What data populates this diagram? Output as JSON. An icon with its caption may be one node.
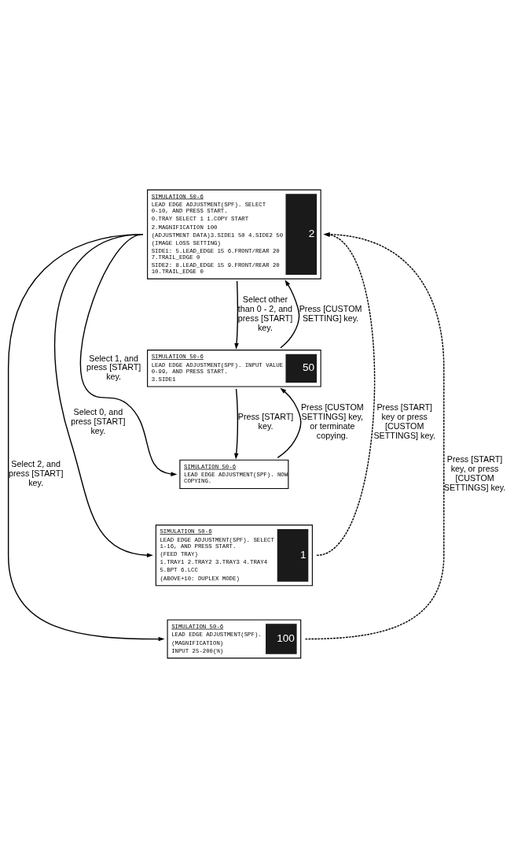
{
  "diagram": {
    "nodes": [
      {
        "text": [
          "SIMULATION 50-6",
          "LEAD EDGE ADJUSTMENT(SPF). SELECT 0-10, AND PRESS START.",
          "0.TRAY SELECT 1 1.COPY START",
          "2.MAGNIFICATION 100",
          "(ADJUSTMENT DATA)3.SIDE1 50 4.SIDE2 50",
          "(IMAGE LOSS SETTING)",
          "SIDE1: 5.LEAD_EDGE 15 6.FRONT/REAR 20 7.TRAIL_EDGE 0",
          "SIDE2: 8.LEAD_EDGE 15 9.FRONT/REAR 20 10.TRAIL_EDGE 0",
          "2"
        ]
      },
      {
        "text": [
          "SIMULATION 50-6",
          "LEAD EDGE ADJUSTMENT(SPF). INPUT VALUE 0-99, AND PRESS START.",
          "3.SIDE1",
          "50"
        ]
      },
      {
        "text": [
          "SIMULATION 50-6",
          "LEAD EDGE ADJUSTMENT(SPF). NOW COPYING."
        ]
      },
      {
        "text": [
          "SIMULATION 50-6",
          "LEAD EDGE ADJUSTMENT(SPF). SELECT 1-16, AND PRESS START.",
          "(FEED TRAY)",
          "1.TRAY1 2.TRAY2 3.TRAY3 4.TRAY4",
          "5.BPT 6.LCC",
          "(ABOVE+10: DUPLEX MODE)",
          "1"
        ]
      },
      {
        "text": [
          "SIMULATION 50-6",
          "LEAD EDGE ADJUSTMENT(SPF).",
          "(MAGNIFICATION)",
          "INPUT 25-200(%)",
          "100"
        ]
      }
    ],
    "edges": [
      {
        "from": 0,
        "to": 1,
        "arrow": "to",
        "label": "Select other than 0 - 2, and press [START] key."
      },
      {
        "from": 1,
        "to": 0,
        "arrow": "to",
        "label": "Press [CUSTOM SETTING] key."
      },
      {
        "from": 1,
        "to": 2,
        "arrow": "to",
        "label": "Press [START] key."
      },
      {
        "from": 2,
        "to": 1,
        "arrow": "to",
        "label": "Press [CUSTOM SETTINGS] key, or terminate copying."
      },
      {
        "from": 0,
        "to": 2,
        "arrow": "to",
        "label": "Select 1, and press [START] key."
      },
      {
        "from": 0,
        "to": 3,
        "arrow": "to",
        "label": "Select 0, and press [START] key."
      },
      {
        "from": 0,
        "to": 4,
        "arrow": "to",
        "label": "Select 2, and press [START] key."
      },
      {
        "from": 3,
        "to": 0,
        "arrow": "to",
        "label": "Press [START] key or press [CUSTOM SETTINGS] key.",
        "style": "dashed"
      },
      {
        "from": 4,
        "to": 0,
        "arrow": "to",
        "label": "Press [START] key, or press [CUSTOM SETTINGS] key.",
        "style": "dashed"
      }
    ]
  }
}
